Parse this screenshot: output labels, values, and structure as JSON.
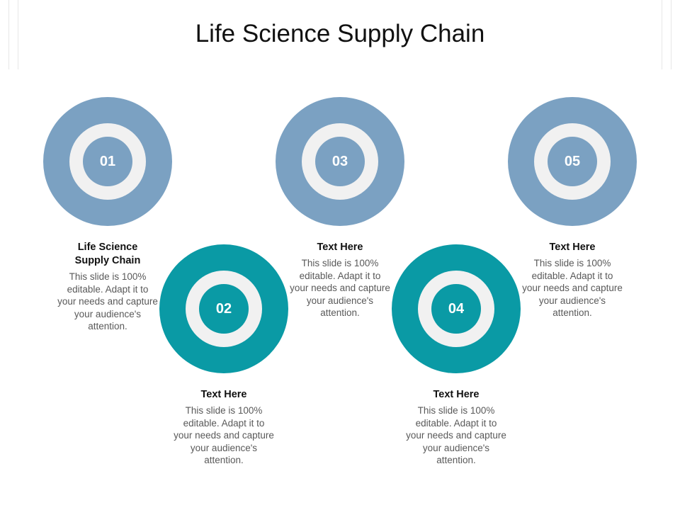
{
  "title": "Life Science Supply Chain",
  "colors": {
    "blue": "#7ba1c2",
    "teal": "#0a9aa5",
    "ring_inner": "#f1f1f1"
  },
  "steps": [
    {
      "number": "01",
      "title": "Life Science Supply Chain",
      "body": "This slide is 100% editable. Adapt it to your needs and capture your audience's attention."
    },
    {
      "number": "02",
      "title": "Text Here",
      "body": "This slide is 100% editable. Adapt it to your needs and capture your audience's attention."
    },
    {
      "number": "03",
      "title": "Text Here",
      "body": "This slide is 100% editable. Adapt it to your needs and capture your audience's attention."
    },
    {
      "number": "04",
      "title": "Text Here",
      "body": "This slide is 100% editable. Adapt it to your needs and capture your audience's attention."
    },
    {
      "number": "05",
      "title": "Text Here",
      "body": "This slide is 100% editable. Adapt it to your needs and capture your audience's attention."
    }
  ]
}
